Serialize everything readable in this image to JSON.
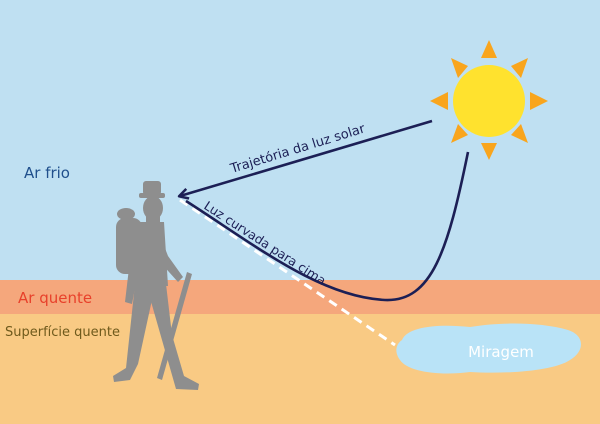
{
  "labels": {
    "cold_air": "Ar frio",
    "hot_air": "Ar quente",
    "hot_surface": "Superfície quente",
    "sunlight_path": "Trajetória da luz solar",
    "curved_light": "Luz curvada para cima",
    "mirage": "Miragem"
  },
  "colors": {
    "sky": "#bfe0f2",
    "hot_air_band": "#f5a77c",
    "ground": "#f9ca84",
    "cold_air_text": "#1f4f8c",
    "hot_air_text": "#e8412b",
    "surface_text": "#6f5a1c",
    "ray": "#1c1f55",
    "dashed_ray": "#ffffff",
    "sun_core": "#ffe22e",
    "sun_rays": "#f9a51d",
    "mirage_fill": "#b9e3f7",
    "mirage_text": "#ffffff",
    "person": "#8e8e8e"
  },
  "icons": {
    "sun": "sun-icon",
    "hiker": "hiker-icon",
    "mirage": "mirage-puddle-icon"
  }
}
